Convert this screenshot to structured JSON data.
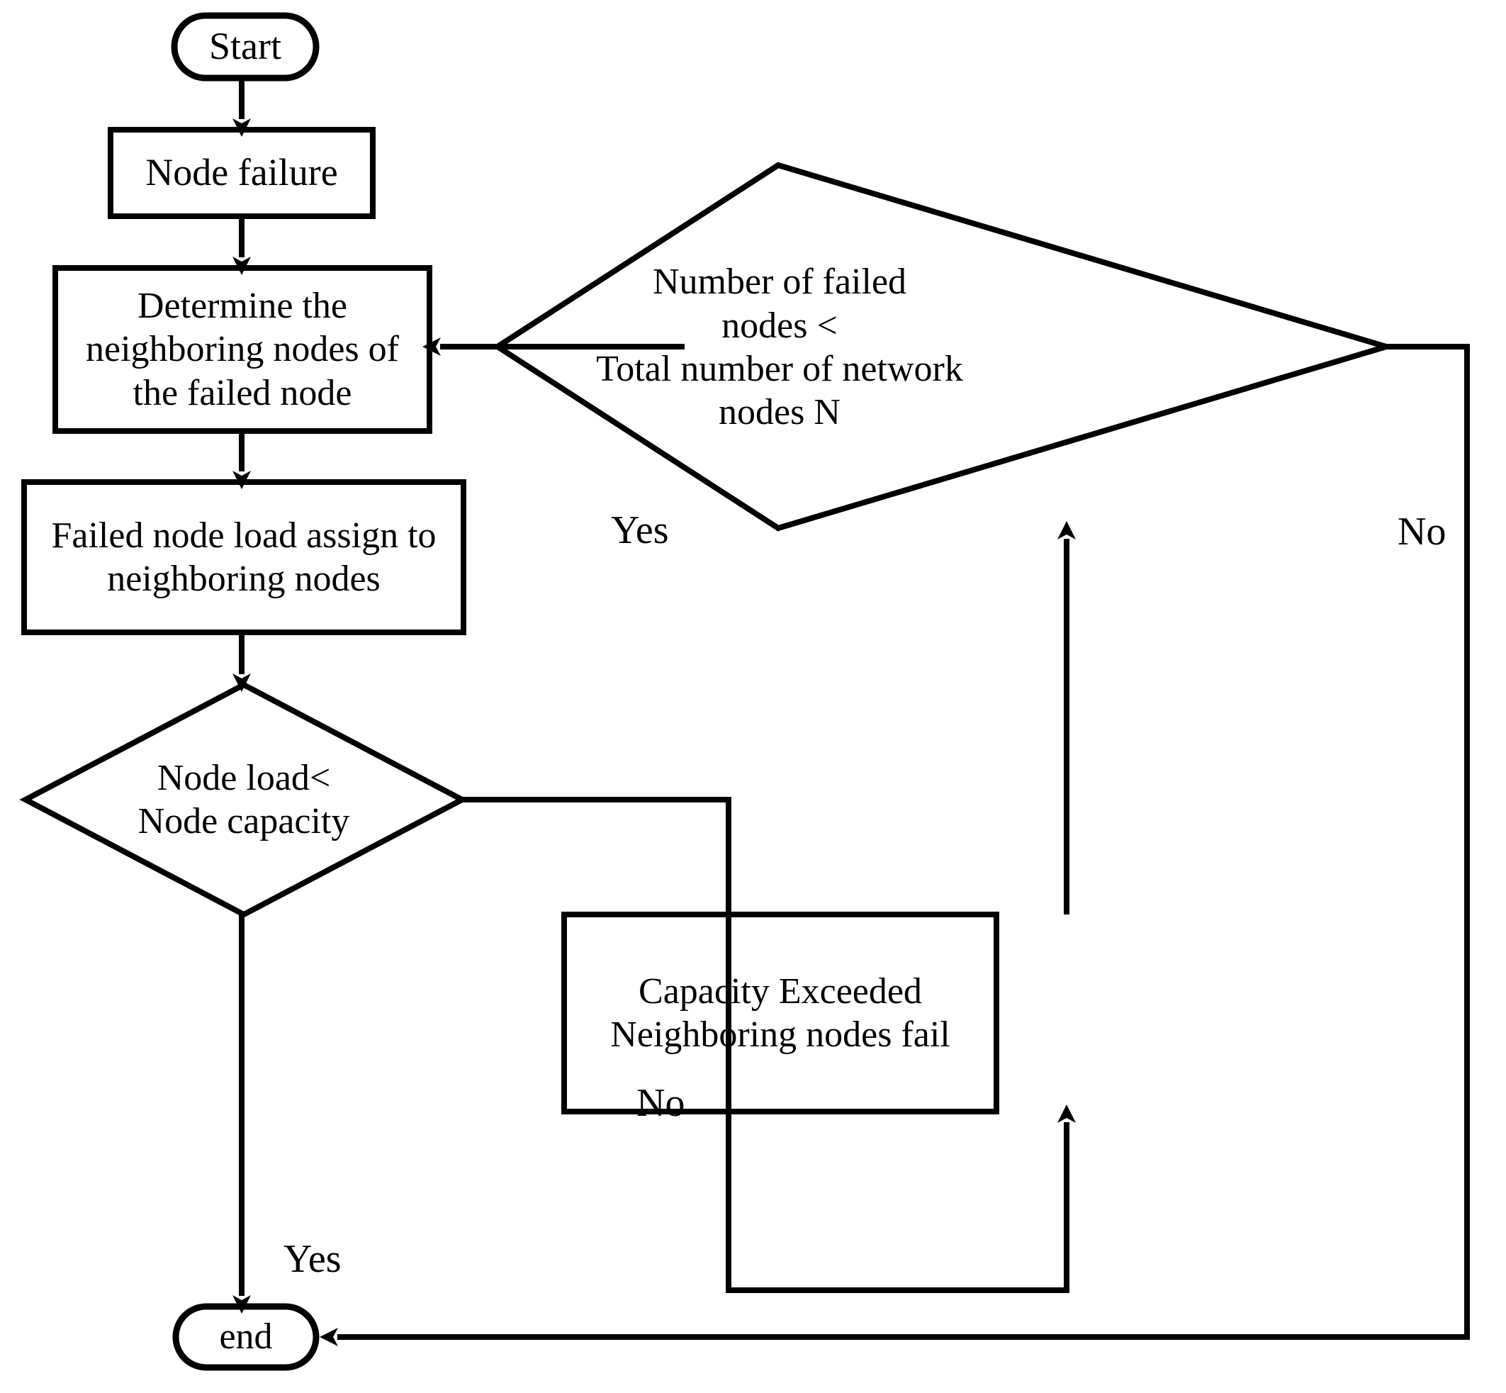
{
  "diagram": {
    "type": "flowchart",
    "title": "Cascading node failure propagation flowchart",
    "stroke_color": "#000000",
    "fill_color": "#ffffff",
    "background_color": "#ffffff"
  },
  "nodes": {
    "start": {
      "id": "start",
      "shape": "terminator",
      "label": "Start"
    },
    "node_failure": {
      "id": "node-failure",
      "shape": "process",
      "label": "Node failure"
    },
    "determine_neighbors": {
      "id": "determine-neighbors",
      "shape": "process",
      "label": "Determine the\nneighboring nodes of\nthe failed node"
    },
    "assign_load": {
      "id": "assign-load",
      "shape": "process",
      "label": "Failed node load assign to\nneighboring nodes"
    },
    "load_check": {
      "id": "load-check",
      "shape": "decision",
      "label": "Node load<\nNode capacity"
    },
    "capacity_exceeded": {
      "id": "capacity-exceeded",
      "shape": "process",
      "label": "Capacity Exceeded\nNeighboring nodes fail"
    },
    "failed_count_check": {
      "id": "failed-count-check",
      "shape": "decision",
      "label": "Number of failed\nnodes <\nTotal number of network\nnodes N"
    },
    "end": {
      "id": "end",
      "shape": "terminator",
      "label": "end"
    }
  },
  "edge_labels": {
    "load_check_no": "No",
    "load_check_yes": "Yes",
    "failed_count_yes": "Yes",
    "failed_count_no": "No"
  },
  "edges": [
    {
      "from": "start",
      "to": "node_failure",
      "label": ""
    },
    {
      "from": "node_failure",
      "to": "determine_neighbors",
      "label": ""
    },
    {
      "from": "determine_neighbors",
      "to": "assign_load",
      "label": ""
    },
    {
      "from": "assign_load",
      "to": "load_check",
      "label": ""
    },
    {
      "from": "load_check",
      "to": "end",
      "label": "Yes"
    },
    {
      "from": "load_check",
      "to": "capacity_exceeded",
      "label": "No"
    },
    {
      "from": "capacity_exceeded",
      "to": "failed_count_check",
      "label": ""
    },
    {
      "from": "failed_count_check",
      "to": "determine_neighbors",
      "label": "Yes"
    },
    {
      "from": "failed_count_check",
      "to": "end",
      "label": "No"
    }
  ]
}
